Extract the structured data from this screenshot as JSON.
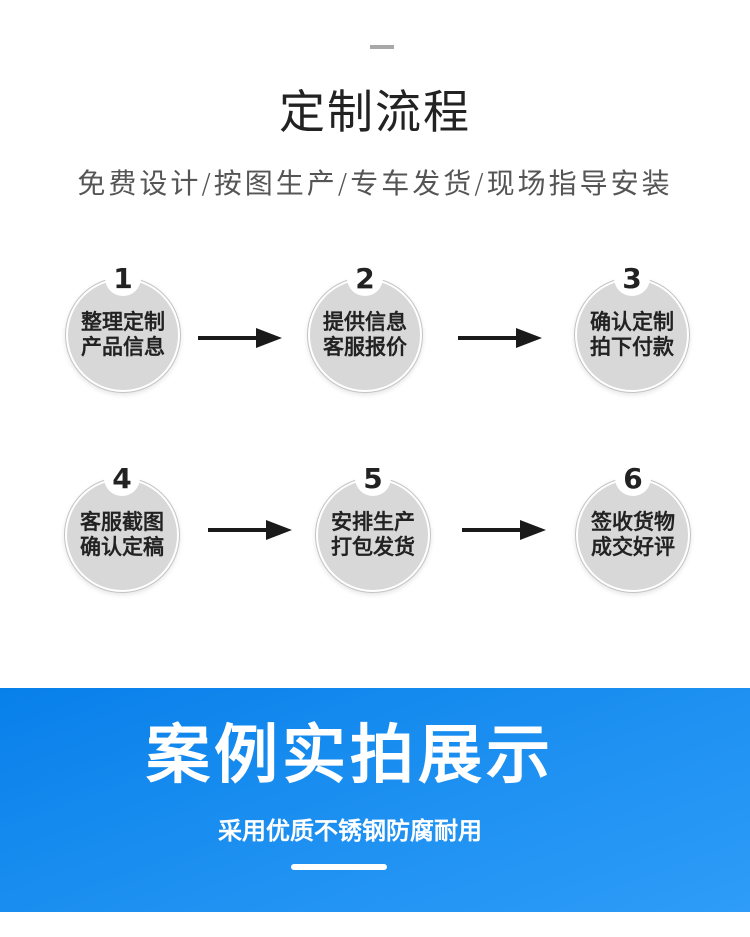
{
  "header": {
    "title": "定制流程",
    "subtitle": "免费设计/按图生产/专车发货/现场指导安装"
  },
  "steps": [
    {
      "number": "1",
      "line1": "整理定制",
      "line2": "产品信息"
    },
    {
      "number": "2",
      "line1": "提供信息",
      "line2": "客服报价"
    },
    {
      "number": "3",
      "line1": "确认定制",
      "line2": "拍下付款"
    },
    {
      "number": "4",
      "line1": "客服截图",
      "line2": "确认定稿"
    },
    {
      "number": "5",
      "line1": "安排生产",
      "line2": "打包发货"
    },
    {
      "number": "6",
      "line1": "签收货物",
      "line2": "成交好评"
    }
  ],
  "icons": {
    "arrow": "right-arrow-icon"
  },
  "banner": {
    "title": "案例实拍展示",
    "subtitle": "采用优质不锈钢防腐耐用",
    "gradient_start": "#0880ea",
    "gradient_end": "#2e9cf8"
  },
  "colors": {
    "circle_fill": "#d8d8d8",
    "text_dark": "#222222",
    "accent_dash": "#a8a8a8"
  }
}
